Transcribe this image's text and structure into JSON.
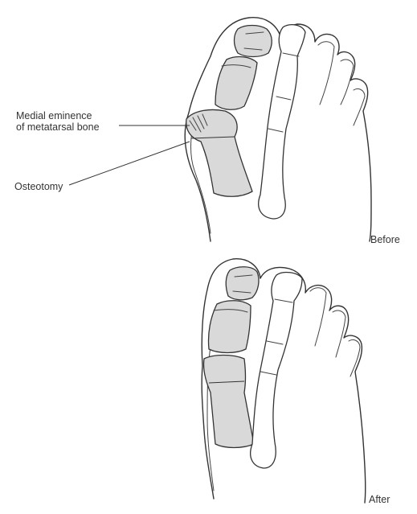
{
  "labels": {
    "medial_eminence_line1": "Medial eminence",
    "medial_eminence_line2": "of metatarsal bone",
    "osteotomy": "Osteotomy",
    "before": "Before",
    "after": "After"
  },
  "colors": {
    "line": "#333333",
    "bone_fill": "#d9d9d9",
    "background": "#ffffff"
  }
}
